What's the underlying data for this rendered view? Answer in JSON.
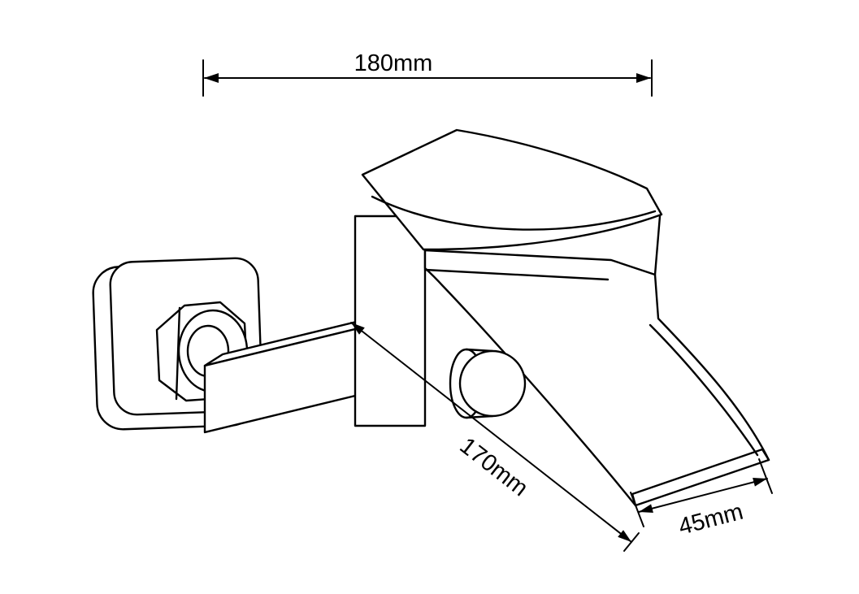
{
  "canvas": {
    "background": "#ffffff",
    "line_color": "#000000"
  },
  "drawing": {
    "subject": "wall-mounted-waterfall-bath-faucet-technical-drawing"
  },
  "dimensions": {
    "overall_width": "180mm",
    "diagonal_length": "170mm",
    "spout_width": "45mm"
  }
}
